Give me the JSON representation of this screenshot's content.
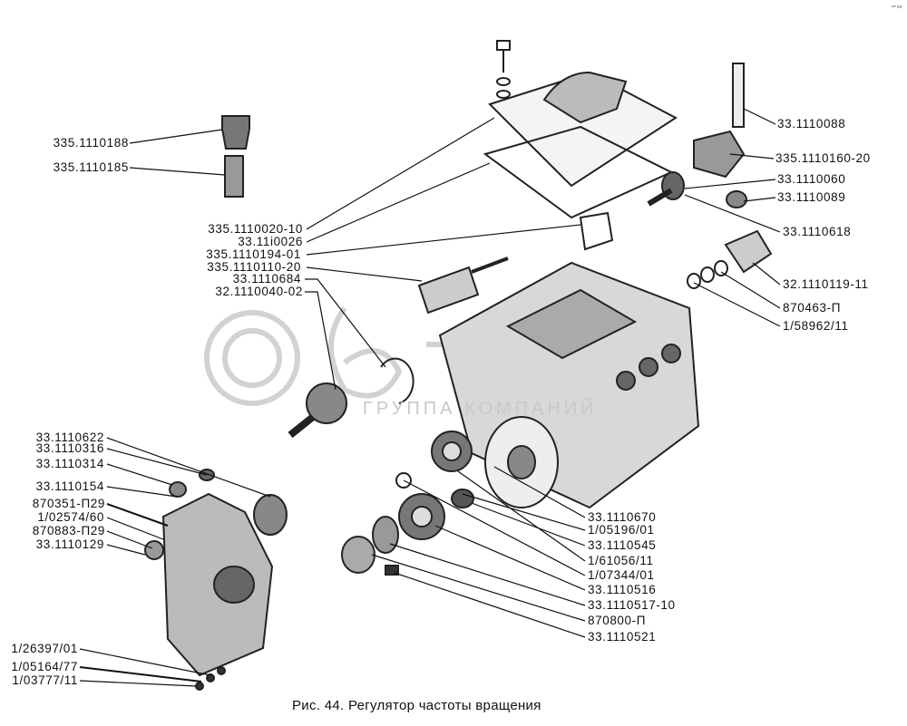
{
  "figure": {
    "caption": "Рис. 44. Регулятор частоты вращения",
    "watermark_text": "ГРУППА КОМПАНИЙ",
    "corner_mark": "•ᵐ ≡≡"
  },
  "labels": {
    "top_left": [
      "335.1110188",
      "335.1110185"
    ],
    "center_left": [
      "335.1110020-10",
      "33.11i0026",
      "335.1110194-01",
      "335.1110110-20",
      "33.1110684",
      "32.1110040-02"
    ],
    "top_right": [
      "33.1110088",
      "335.1110160-20",
      "33.1110060",
      "33.1110089",
      "33.1110618",
      "32.1110119-11",
      "870463-П",
      "1/58962/11"
    ],
    "bottom_right": [
      "33.1110670",
      "1/05196/01",
      "33.1110545",
      "1/61056/11",
      "1/07344/01",
      "33.1110516",
      "33.1110517-10",
      "870800-П",
      "33.1110521"
    ],
    "bottom_left": [
      "33.1110622",
      "33.1110316",
      "33.1110314",
      "33.1110154",
      "870351-П29",
      "1/02574/60",
      "870883-П29",
      "33.1110129"
    ],
    "bottom_left_lower": [
      "1/26397/01",
      "1/05164/77",
      "1/03777/11"
    ]
  }
}
